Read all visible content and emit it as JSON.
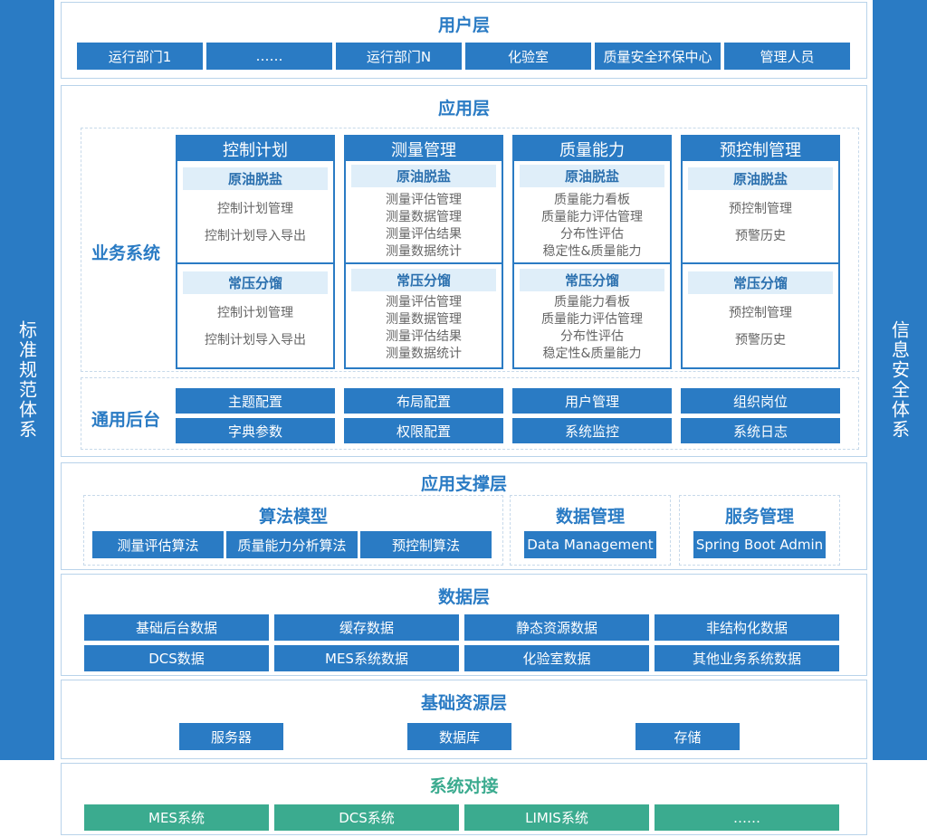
{
  "left_sidebar": {
    "label": "标准规范体系"
  },
  "right_sidebar": {
    "label": "信息安全体系"
  },
  "user_layer": {
    "title": "用户层",
    "items": [
      "运行部门1",
      "……",
      "运行部门N",
      "化验室",
      "质量安全环保中心",
      "管理人员"
    ]
  },
  "app_layer": {
    "title": "应用层",
    "business_label": "业务系统",
    "general_label": "通用后台",
    "columns": [
      {
        "title": "控制计划",
        "sections": [
          {
            "head": "原油脱盐",
            "items": [
              "控制计划管理",
              "控制计划导入导出"
            ]
          },
          {
            "head": "常压分馏",
            "items": [
              "控制计划管理",
              "控制计划导入导出"
            ]
          }
        ]
      },
      {
        "title": "测量管理",
        "sections": [
          {
            "head": "原油脱盐",
            "items": [
              "测量评估管理",
              "测量数据管理",
              "测量评估结果",
              "测量数据统计"
            ]
          },
          {
            "head": "常压分馏",
            "items": [
              "测量评估管理",
              "测量数据管理",
              "测量评估结果",
              "测量数据统计"
            ]
          }
        ]
      },
      {
        "title": "质量能力",
        "sections": [
          {
            "head": "原油脱盐",
            "items": [
              "质量能力看板",
              "质量能力评估管理",
              "分布性评估",
              "稳定性&质量能力"
            ]
          },
          {
            "head": "常压分馏",
            "items": [
              "质量能力看板",
              "质量能力评估管理",
              "分布性评估",
              "稳定性&质量能力"
            ]
          }
        ]
      },
      {
        "title": "预控制管理",
        "sections": [
          {
            "head": "原油脱盐",
            "items": [
              "预控制管理",
              "预警历史"
            ]
          },
          {
            "head": "常压分馏",
            "items": [
              "预控制管理",
              "预警历史"
            ]
          }
        ]
      }
    ],
    "general_items": [
      "主题配置",
      "布局配置",
      "用户管理",
      "组织岗位",
      "字典参数",
      "权限配置",
      "系统监控",
      "系统日志"
    ]
  },
  "support_layer": {
    "title": "应用支撑层",
    "algo": {
      "title": "算法模型",
      "items": [
        "测量评估算法",
        "质量能力分析算法",
        "预控制算法"
      ]
    },
    "data_mgmt": {
      "title": "数据管理",
      "item": "Data Management"
    },
    "service_mgmt": {
      "title": "服务管理",
      "item": "Spring Boot Admin"
    }
  },
  "data_layer": {
    "title": "数据层",
    "items": [
      "基础后台数据",
      "缓存数据",
      "静态资源数据",
      "非结构化数据",
      "DCS数据",
      "MES系统数据",
      "化验室数据",
      "其他业务系统数据"
    ]
  },
  "infra_layer": {
    "title": "基础资源层",
    "items": [
      "服务器",
      "数据库",
      "存储"
    ]
  },
  "integration_layer": {
    "title": "系统对接",
    "items": [
      "MES系统",
      "DCS系统",
      "LIMIS系统",
      "……"
    ]
  },
  "colors": {
    "primary": "#2a7bc4",
    "green": "#3bab8f",
    "subhead_bg": "#dfeef9",
    "border": "#b9d3ea"
  }
}
